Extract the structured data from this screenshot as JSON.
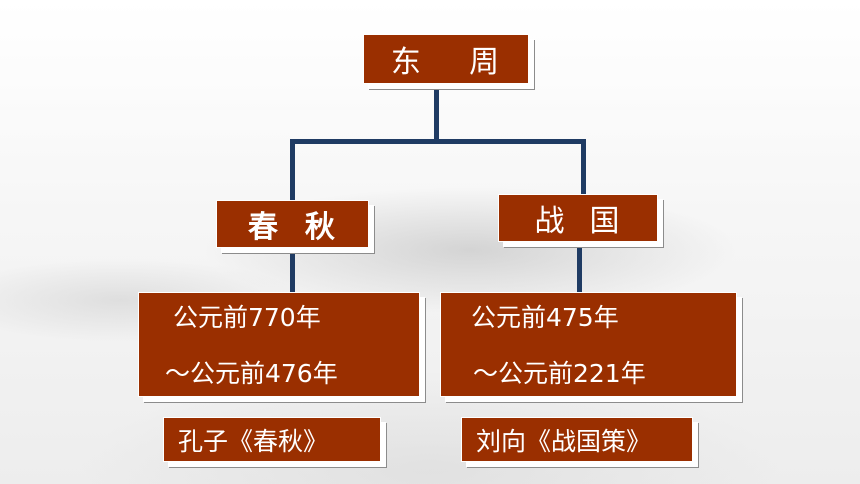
{
  "root": {
    "label": "东    周"
  },
  "branches": [
    {
      "title": "春  秋",
      "dates": [
        "公元前770年",
        "～公元前476年"
      ],
      "source": "孔子《春秋》"
    },
    {
      "title": "战  国",
      "dates": [
        "公元前475年",
        "～公元前221年"
      ],
      "source": "刘向《战国策》"
    }
  ],
  "colors": {
    "box_fill": "#9a2f00",
    "connector": "#1f3b63",
    "text": "#ffffff"
  }
}
